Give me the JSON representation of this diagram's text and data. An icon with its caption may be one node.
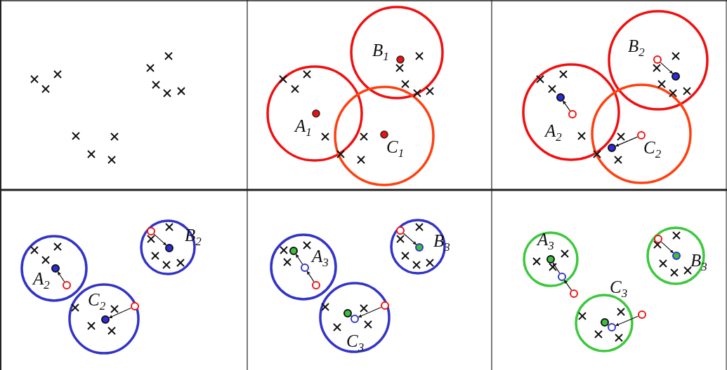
{
  "diagram": {
    "nodes": [
      {
        "text": [],
        "shape": "circle"
      },
      {
        "text": [],
        "shape": "circle"
      },
      {
        "text": [],
        "shape": "circle"
      },
      {
        "text": [],
        "shape": "circle"
      },
      {
        "text": [],
        "shape": "circle"
      },
      {
        "text": [],
        "shape": "circle"
      },
      {
        "text": [],
        "shape": "circle"
      },
      {
        "text": [],
        "shape": "circle"
      },
      {
        "text": [],
        "shape": "circle"
      },
      {
        "text": [],
        "shape": "circle"
      },
      {
        "text": [],
        "shape": "circle"
      },
      {
        "text": [],
        "shape": "circle"
      },
      {
        "text": [],
        "shape": "circle"
      },
      {
        "text": [],
        "shape": "circle"
      },
      {
        "text": [],
        "shape": "circle"
      },
      {
        "text": [],
        "shape": "circle"
      },
      {
        "text": [],
        "shape": "circle"
      },
      {
        "text": [],
        "shape": "circle"
      },
      {
        "text": [],
        "shape": "circle"
      },
      {
        "text": [],
        "shape": "circle"
      },
      {
        "text": [],
        "shape": "circle"
      },
      {
        "text": [],
        "shape": "circle"
      },
      {
        "text": [],
        "shape": "circle"
      },
      {
        "text": [],
        "shape": "circle"
      },
      {
        "text": [],
        "shape": "circle"
      },
      {
        "text": [],
        "shape": "circle"
      },
      {
        "text": [],
        "shape": "circle"
      },
      {
        "text": [],
        "shape": "circle"
      }
    ],
    "edges": [
      {
        "from": 0,
        "to": 1,
        "arrow": "to"
      },
      {
        "from": 2,
        "to": 3,
        "arrow": "to"
      },
      {
        "from": 4,
        "to": 5,
        "arrow": "to"
      },
      {
        "from": 6,
        "to": 7,
        "arrow": "to"
      },
      {
        "from": 8,
        "to": 9,
        "arrow": "to"
      },
      {
        "from": 10,
        "to": 11,
        "arrow": "to"
      },
      {
        "from": 12,
        "to": 13,
        "arrow": "to"
      },
      {
        "from": 13,
        "to": 14,
        "arrow": "to"
      },
      {
        "from": 15,
        "to": 16,
        "arrow": "to"
      },
      {
        "from": 17,
        "to": 18,
        "arrow": "to"
      },
      {
        "from": 18,
        "to": 19,
        "arrow": "to"
      },
      {
        "from": 20,
        "to": 21,
        "arrow": "to"
      },
      {
        "from": 21,
        "to": 22,
        "arrow": "to"
      },
      {
        "from": 23,
        "to": 24,
        "arrow": "to"
      },
      {
        "from": 25,
        "to": 26,
        "arrow": "to"
      },
      {
        "from": 26,
        "to": 27,
        "arrow": "to"
      }
    ],
    "labels": [
      "B$_{1}$",
      "A$_{1}$",
      "C$_{1}$",
      "B$_{2}$",
      "A$_{2}$",
      "C$_{2}$",
      "B$_{2}$",
      "A$_{2}$",
      "C$_{2}$",
      "B$_{3}$",
      "A$_{3}$",
      "C$_{3}$",
      "A$_{3}$",
      "B$_{3}$",
      "C$_{3}$"
    ]
  }
}
